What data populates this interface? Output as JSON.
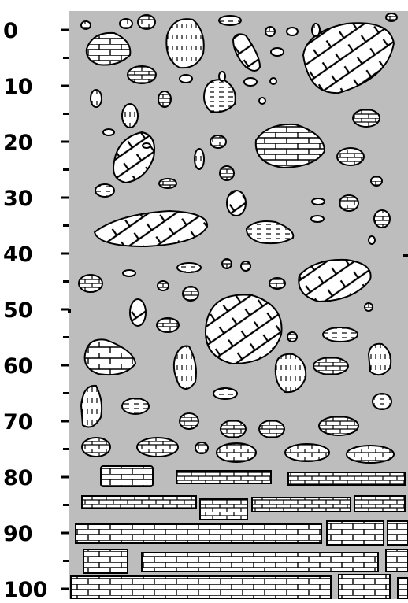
{
  "depth_axis": {
    "labels": [
      "0",
      "10",
      "20",
      "30",
      "40",
      "50",
      "60",
      "70",
      "80",
      "90",
      "100"
    ],
    "range": [
      0,
      100
    ]
  },
  "colors": {
    "background": "#ffffff",
    "column_fill": "#bdbdbd",
    "clast_fill": "#ffffff",
    "line": "#000000"
  }
}
